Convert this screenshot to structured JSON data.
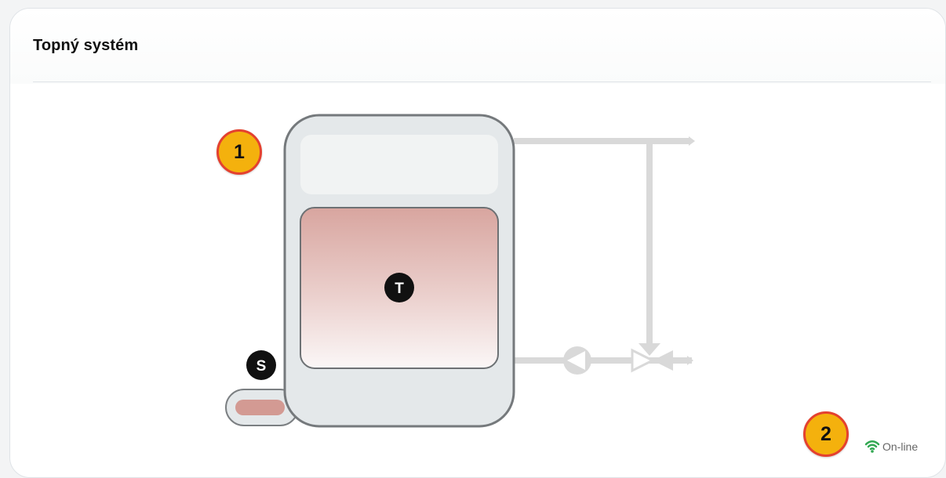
{
  "card": {
    "title": "Topný systém"
  },
  "diagram": {
    "callout_1": "1",
    "callout_2": "2",
    "temperature_marker": "T",
    "sensor_marker": "S",
    "tank_fill_color": "#d8a59f",
    "pipe_color": "#d8d8d8",
    "outline_color": "#7b7f82"
  },
  "status": {
    "connectivity": "On-line",
    "icon": "wifi-icon",
    "color": "#32a852"
  }
}
